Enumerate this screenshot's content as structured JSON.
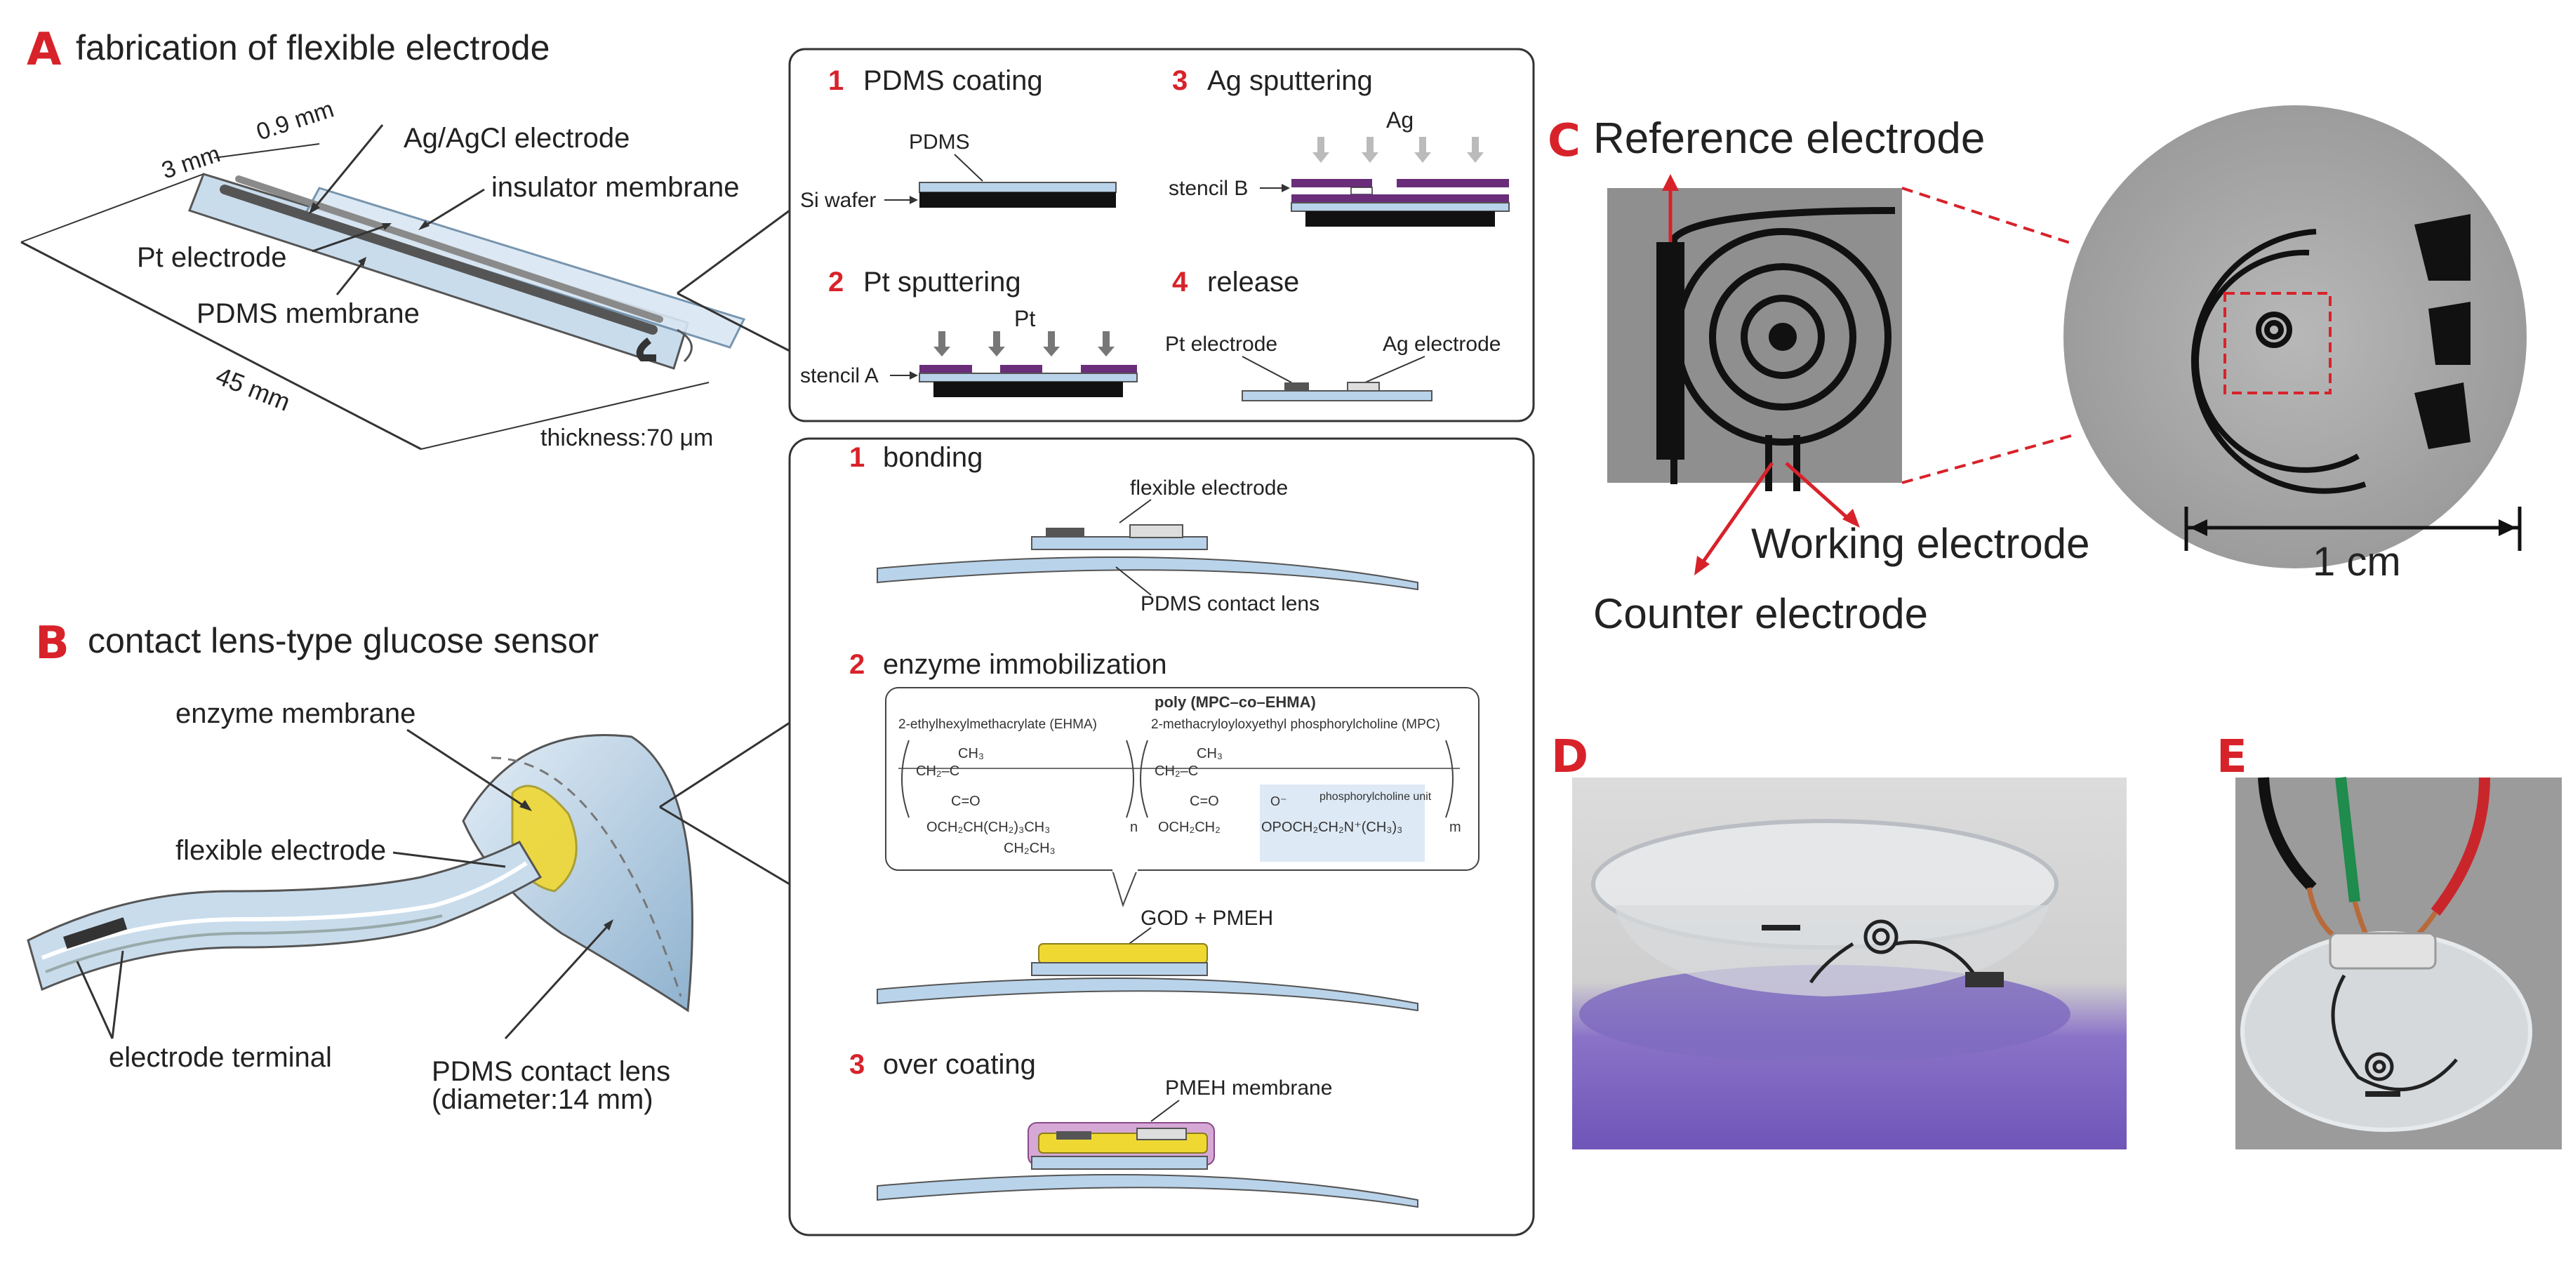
{
  "panelA": {
    "letter": "A",
    "title": "fabrication of flexible electrode",
    "labels": {
      "dim_3mm": "3 mm",
      "dim_09mm": "0.9 mm",
      "agagcl": "Ag/AgCl electrode",
      "insulator": "insulator membrane",
      "pt": "Pt electrode",
      "pdms": "PDMS membrane",
      "dim_45mm": "45 mm",
      "thickness": "thickness:70 μm"
    },
    "steps": [
      {
        "num": "1",
        "label": "PDMS coating",
        "labels": [
          "PDMS",
          "Si wafer"
        ]
      },
      {
        "num": "2",
        "label": "Pt sputtering",
        "labels": [
          "Pt",
          "stencil A"
        ]
      },
      {
        "num": "3",
        "label": "Ag sputtering",
        "labels": [
          "Ag",
          "stencil B"
        ]
      },
      {
        "num": "4",
        "label": "release",
        "labels": [
          "Pt electrode",
          "Ag electrode"
        ]
      }
    ]
  },
  "panelB": {
    "letter": "B",
    "title": "contact lens-type glucose sensor",
    "labels": {
      "enzyme": "enzyme membrane",
      "flex": "flexible electrode",
      "terminal": "electrode terminal",
      "lens1": "PDMS contact lens",
      "lens2": "(diameter:14 mm)"
    },
    "steps": [
      {
        "num": "1",
        "label": "bonding",
        "labels": [
          "flexible electrode",
          "PDMS contact lens"
        ]
      },
      {
        "num": "2",
        "label": "enzyme immobilization",
        "labels": [
          "GOD + PMEH"
        ]
      },
      {
        "num": "3",
        "label": "over coating",
        "labels": [
          "PMEH membrane"
        ]
      }
    ],
    "chem": {
      "title": "poly (MPC–co–EHMA)",
      "ehma": "2-ethylhexylmethacrylate (EHMA)",
      "mpc": "2-methacryloyloxyethyl phosphorylcholine (MPC)",
      "ch3": "CH₃",
      "ch2c": "CH₂–C",
      "co": "C=O",
      "ehma_side1": "OCH₂CH(CH₂)₃CH₃",
      "ehma_side2": "CH₂CH₃",
      "mpc_side": "OCH₂CH₂",
      "pc_group": "OPOCH₂CH₂N⁺(CH₃)₃",
      "pc_o": "O⁻",
      "pc_label": "phosphorylcholine unit",
      "n": "n",
      "m": "m"
    }
  },
  "panelC": {
    "letter": "C",
    "reference": "Reference electrode",
    "working": "Working electrode",
    "counter": "Counter electrode",
    "scale": "1 cm"
  },
  "panelD": {
    "letter": "D"
  },
  "panelE": {
    "letter": "E"
  },
  "colors": {
    "accent": "#d8222a",
    "pdms_blue": "#b9d3ea",
    "purple": "#6a2d7a",
    "yellow": "#f0d832",
    "photo_grey": "#9a9a9a"
  }
}
